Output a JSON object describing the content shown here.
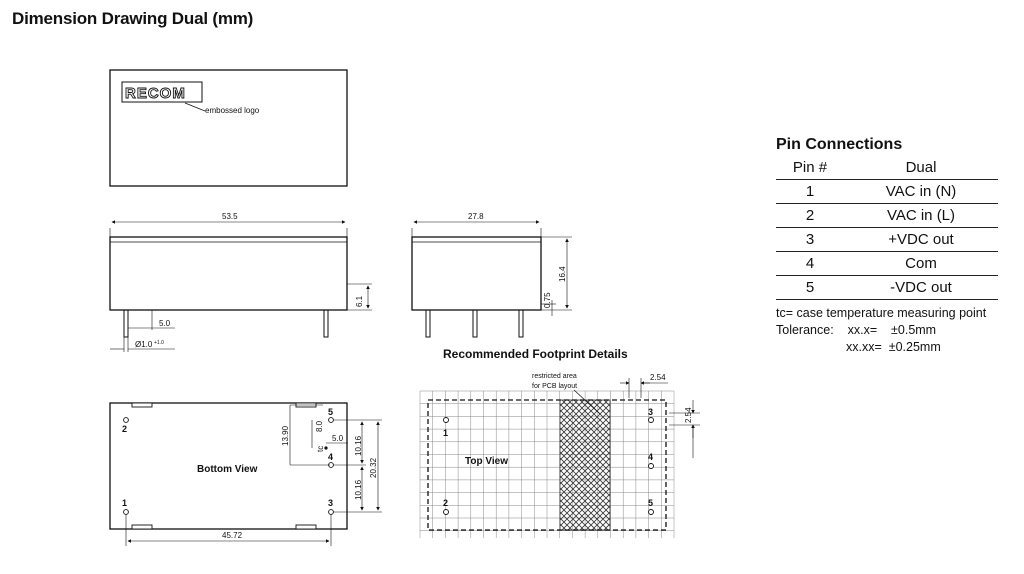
{
  "title": "Dimension Drawing Dual (mm)",
  "top_view": {
    "logo_text": "RECOM",
    "logo_note": "embossed logo"
  },
  "side_view": {
    "length": "53.5",
    "standoff": "6.1",
    "pin_pitch": "5.0",
    "pin_diameter": "Ø1.0",
    "pin_diameter_tol": "+1.0"
  },
  "end_view": {
    "width": "27.8",
    "height": "16.4",
    "pin_len": "0.75"
  },
  "bottom_view": {
    "label": "Bottom View",
    "dims": {
      "d1": "13.90",
      "d2": "8.0",
      "d3": "5.0",
      "d4": "10.16",
      "d5": "20.32",
      "d6": "10.16",
      "d7": "45.72",
      "tc": "tc"
    },
    "pins": [
      "1",
      "2",
      "3",
      "4",
      "5"
    ]
  },
  "footprint": {
    "title": "Recommended Footprint Details",
    "label": "Top View",
    "restricted_note_1": "restricted area",
    "restricted_note_2": "for PCB layout",
    "grid_pitch": "2.54",
    "grid_pitch_v": "2.54",
    "pins": [
      "1",
      "2",
      "3",
      "4",
      "5"
    ]
  },
  "pin_connections": {
    "title": "Pin Connections",
    "col_pin": "Pin #",
    "col_dual": "Dual",
    "rows": [
      {
        "pin": "1",
        "dual": "VAC in (N)"
      },
      {
        "pin": "2",
        "dual": "VAC in (L)"
      },
      {
        "pin": "3",
        "dual": "+VDC out"
      },
      {
        "pin": "4",
        "dual": "Com"
      },
      {
        "pin": "5",
        "dual": "-VDC out"
      }
    ],
    "note_tc": "tc= case temperature measuring point",
    "tol_label": "Tolerance:",
    "tol1_key": "xx.x=",
    "tol1_val": "±0.5mm",
    "tol2_key": "xx.xx=",
    "tol2_val": "±0.25mm"
  }
}
